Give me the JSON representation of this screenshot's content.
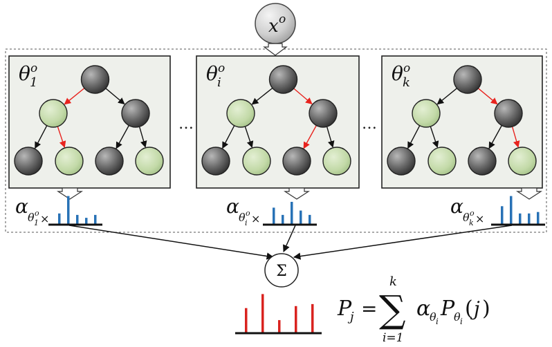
{
  "input_node": {
    "label": "x",
    "superscript": "o"
  },
  "panels": [
    {
      "symbol": "θ",
      "sub": "1",
      "sup": "o",
      "weight_symbol": "α",
      "weight_sub": "θ",
      "weight_subsub": "1",
      "weight_subsup": "o",
      "times": "×"
    },
    {
      "symbol": "θ",
      "sub": "i",
      "sup": "o",
      "weight_symbol": "α",
      "weight_sub": "θ",
      "weight_subsub": "i",
      "weight_subsup": "o",
      "times": "×"
    },
    {
      "symbol": "θ",
      "sub": "k",
      "sup": "o",
      "weight_symbol": "α",
      "weight_sub": "θ",
      "weight_subsub": "k",
      "weight_subsup": "o",
      "times": "×"
    }
  ],
  "ellipsis": "…",
  "sum_node": {
    "label": "Σ"
  },
  "formula": {
    "lhs": "P",
    "lhs_sub": "j",
    "equals": "=",
    "sigma": "∑",
    "upper": "k",
    "lower": "i=1",
    "alpha": "α",
    "theta_sub": "θ",
    "i_sub": "i",
    "p": "P",
    "arg_open": "(",
    "arg": "j",
    "arg_close": ")"
  },
  "colors": {
    "node_gray": "#6e6e6e",
    "node_green": "#c7dcae",
    "panel_bg": "#eef0eb",
    "arrow_red": "#e8231e",
    "bar_blue": "#2872b6",
    "bar_red": "#d9231f"
  },
  "panel_histograms": [
    [
      0.35,
      0.95,
      0.3,
      0.2,
      0.3
    ],
    [
      0.55,
      0.3,
      0.75,
      0.45,
      0.3
    ],
    [
      0.6,
      0.95,
      0.35,
      0.35,
      0.4
    ]
  ],
  "result_histogram": [
    0.6,
    0.95,
    0.3,
    0.65,
    0.7
  ]
}
